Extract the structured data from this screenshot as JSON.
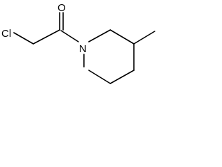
{
  "molecule": {
    "atoms": {
      "chlorine": "Cl",
      "oxygen": "O",
      "nitrogen": "N"
    }
  }
}
